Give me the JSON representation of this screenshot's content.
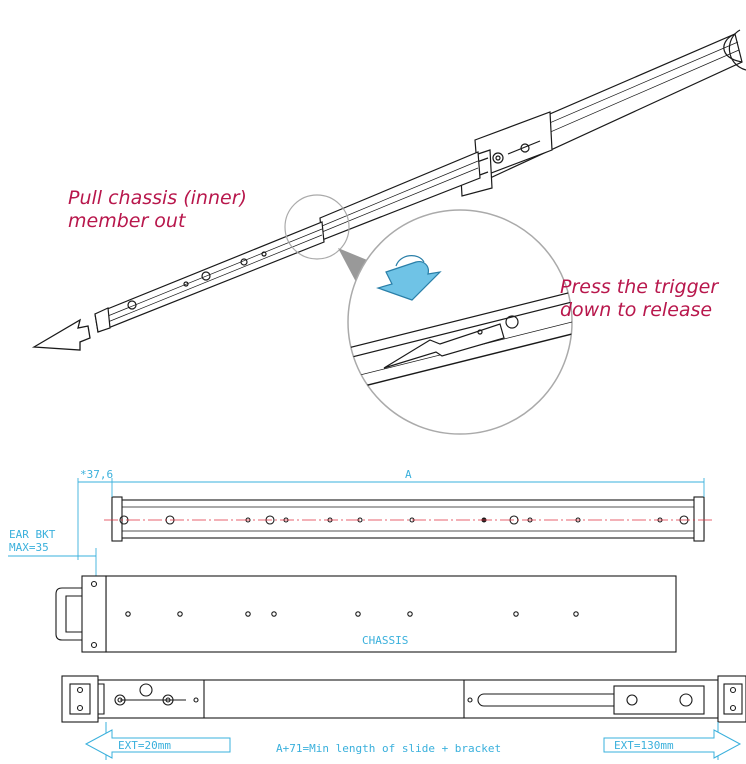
{
  "callouts": {
    "pull_line1": "Pull chassis (inner)",
    "pull_line2": "member out",
    "press_line1": "Press the trigger",
    "press_line2": "down to release"
  },
  "dimensions": {
    "offset_label": "*37,6",
    "length_label": "A",
    "ear_line1": "EAR BKT",
    "ear_line2": "MAX=35",
    "chassis_label": "CHASSIS",
    "ext_left": "EXT=20mm",
    "ext_right": "EXT=130mm",
    "min_length": "A+71=Min length of slide + bracket"
  },
  "colors": {
    "line": "#1a1a1a",
    "dimension": "#3ab0dc",
    "callout": "#b8174c",
    "centerline": "#e03040",
    "arrow_fill": "#6fc3e6"
  },
  "icons": [
    "arrow-left-icon",
    "arrow-down-icon"
  ]
}
